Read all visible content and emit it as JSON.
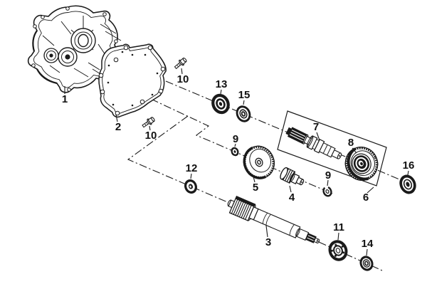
{
  "figure_type": "exploded-parts-diagram",
  "colors": {
    "ink": "#1a1a1a",
    "background": "#ffffff"
  },
  "callouts": [
    {
      "id": "part-1",
      "text": "1"
    },
    {
      "id": "part-2",
      "text": "2"
    },
    {
      "id": "part-3",
      "text": "3"
    },
    {
      "id": "part-4",
      "text": "4"
    },
    {
      "id": "part-5",
      "text": "5"
    },
    {
      "id": "part-6",
      "text": "6"
    },
    {
      "id": "part-7",
      "text": "7"
    },
    {
      "id": "part-8",
      "text": "8"
    },
    {
      "id": "part-9a",
      "text": "9"
    },
    {
      "id": "part-9b",
      "text": "9"
    },
    {
      "id": "part-10a",
      "text": "10"
    },
    {
      "id": "part-10b",
      "text": "10"
    },
    {
      "id": "part-11",
      "text": "11"
    },
    {
      "id": "part-12",
      "text": "12"
    },
    {
      "id": "part-13",
      "text": "13"
    },
    {
      "id": "part-14",
      "text": "14"
    },
    {
      "id": "part-15",
      "text": "15"
    },
    {
      "id": "part-16",
      "text": "16"
    }
  ]
}
